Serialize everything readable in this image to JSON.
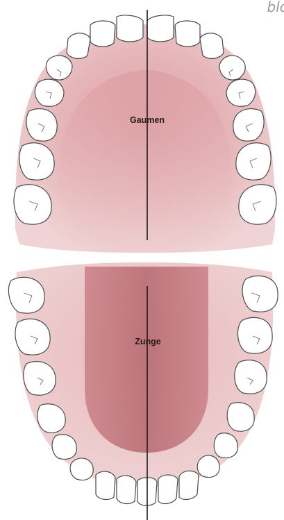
{
  "corner_text": "blo",
  "labels": {
    "palate": "Gaumen",
    "tongue": "Zunge"
  },
  "colors": {
    "palate_outer": "#e8c4c6",
    "palate_inner": "#d99a9e",
    "tongue_base": "#e2b2b5",
    "tongue_dark": "#b86d73",
    "tooth_fill": "#ffffff",
    "tooth_stroke": "#4a4a4a",
    "midline": "#1a1a1a"
  },
  "icons": {
    "upper_teeth": "upper-dental-arch-icon",
    "lower_teeth": "lower-dental-arch-icon"
  }
}
